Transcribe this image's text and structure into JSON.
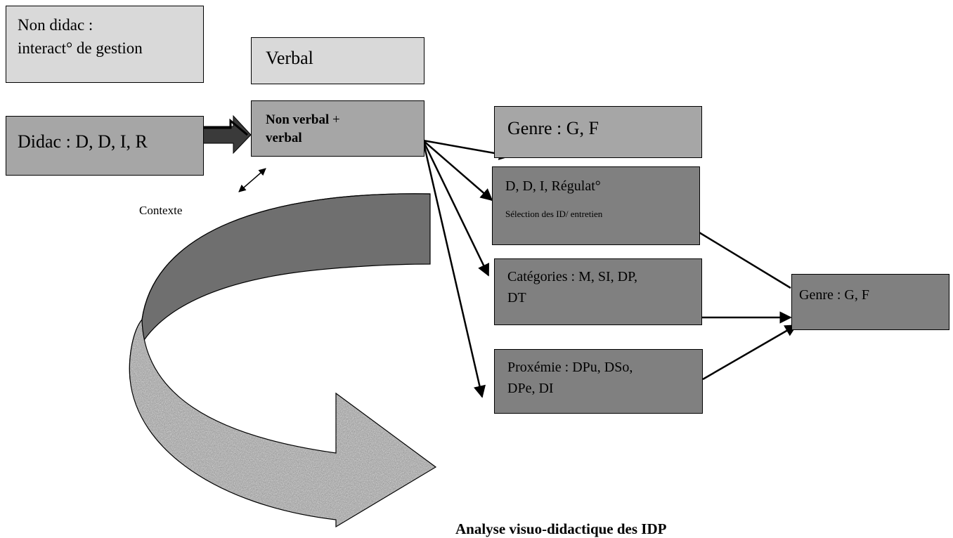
{
  "nodes": {
    "non_didac": {
      "line1": "Non didac :",
      "line2": "interact° de gestion"
    },
    "verbal": {
      "label": "Verbal"
    },
    "didac": {
      "label": "Didac : D, D, I, R"
    },
    "non_verbal": {
      "bold": "Non verbal",
      "rest": " +",
      "line2": "verbal"
    },
    "genre_top": {
      "label": "Genre : G, F"
    },
    "ddi": {
      "line1": "D, D, I,  Régulat°",
      "line2": "Sélection des ID/ entretien"
    },
    "categories": {
      "line1": "Catégories : M, SI, DP,",
      "line2": "DT"
    },
    "proxemie": {
      "line1": "Proxémie : DPu, DSo,",
      "line2": "DPe, DI"
    },
    "genre_right": {
      "label": "Genre : G, F"
    }
  },
  "contexte_label": "Contexte",
  "footer_caption": "Analyse visuo-didactique des IDP",
  "colors": {
    "light": "#d9d9d9",
    "mid": "#a6a6a6",
    "dark": "#808080"
  }
}
